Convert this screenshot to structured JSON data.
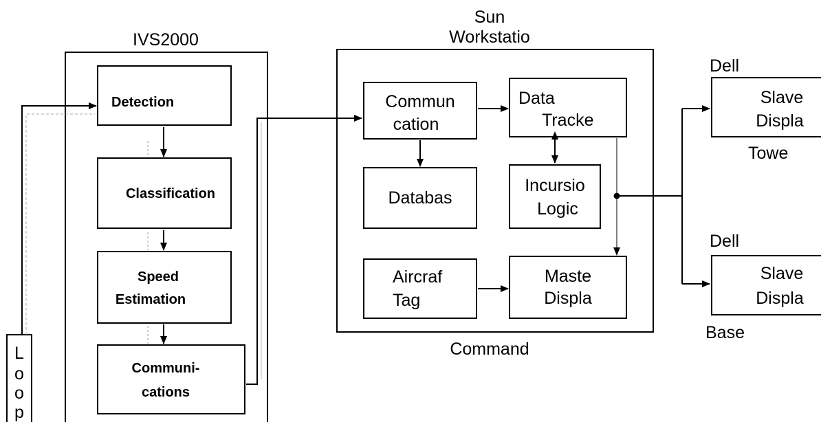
{
  "groups": {
    "ivs": "IVS2000",
    "sun_line1": "Sun",
    "sun_line2": "Workstatio",
    "command": "Command"
  },
  "ivs_blocks": {
    "detection": "Detection",
    "classification": "Classification",
    "speed_line1": "Speed",
    "speed_line2": "Estimation",
    "comm_line1": "Communi-",
    "comm_line2": "cations"
  },
  "sun_blocks": {
    "comm_line1": "Commun",
    "comm_line2": "cation",
    "tracker_line1": "Data",
    "tracker_line2": "Tracke",
    "database": "Databas",
    "incursion_line1": "Incursio",
    "incursion_line2": "Logic",
    "tag_line1": "Aircraf",
    "tag_line2": "Tag",
    "master_line1": "Maste",
    "master_line2": "Displa"
  },
  "slaves": {
    "tower_top": "Dell",
    "tower_line1": "Slave",
    "tower_line2": "Displa",
    "tower_bottom": "Towe",
    "base_top": "Dell",
    "base_line1": "Slave",
    "base_line2": "Displa",
    "base_bottom": "Base"
  },
  "loop": [
    "L",
    "o",
    "o",
    "p"
  ]
}
